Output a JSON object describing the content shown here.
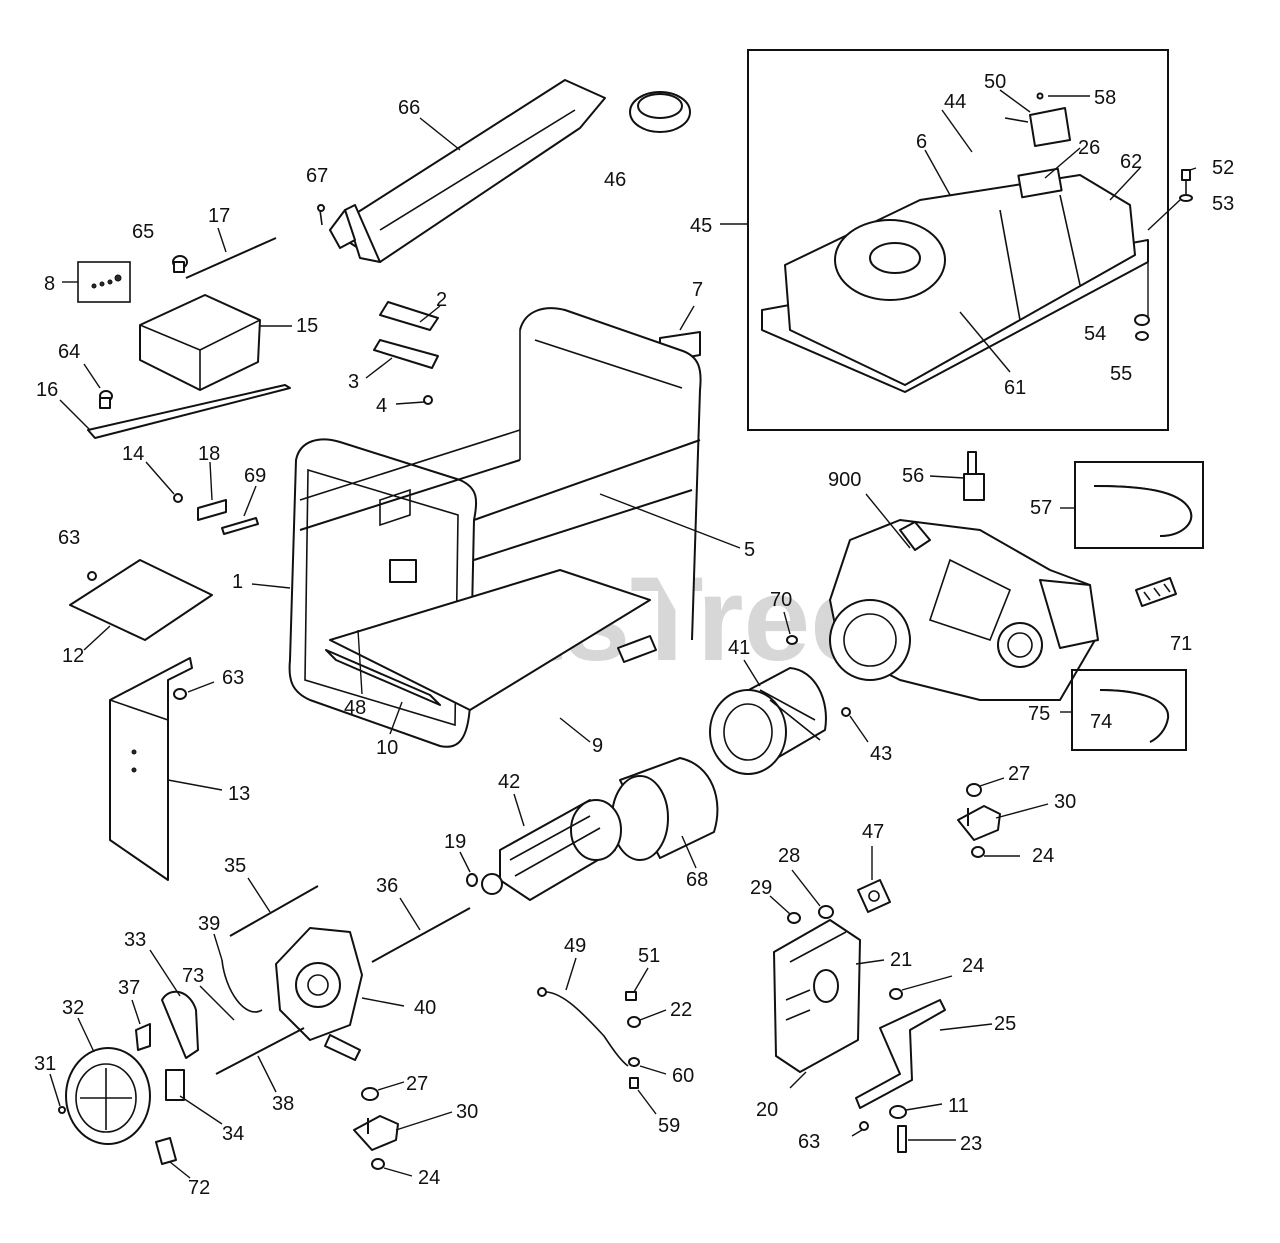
{
  "watermark": "PartsTree",
  "labels": {
    "l66": "66",
    "l46": "46",
    "l67": "67",
    "l17": "17",
    "l65": "65",
    "l8": "8",
    "l15": "15",
    "l2": "2",
    "l3": "3",
    "l4": "4",
    "l7": "7",
    "l64": "64",
    "l16": "16",
    "l14": "14",
    "l18": "18",
    "l69": "69",
    "l63a": "63",
    "l12": "12",
    "l1": "1",
    "l5": "5",
    "l48": "48",
    "l10": "10",
    "l9": "9",
    "l63b": "63",
    "l13": "13",
    "l45": "45",
    "l50": "50",
    "l58": "58",
    "l44": "44",
    "l6": "6",
    "l26": "26",
    "l62": "62",
    "l52": "52",
    "l53": "53",
    "l54": "54",
    "l55": "55",
    "l61": "61",
    "l900": "900",
    "l56": "56",
    "l57": "57",
    "l70": "70",
    "l41": "41",
    "l71": "71",
    "l43": "43",
    "l75": "75",
    "l74": "74",
    "l42": "42",
    "l68": "68",
    "l19": "19",
    "l27a": "27",
    "l30a": "30",
    "l24a": "24",
    "l47": "47",
    "l28": "28",
    "l29": "29",
    "l35": "35",
    "l36": "36",
    "l39": "39",
    "l33": "33",
    "l73": "73",
    "l40": "40",
    "l32": "32",
    "l37": "37",
    "l31": "31",
    "l34": "34",
    "l38": "38",
    "l72": "72",
    "l49": "49",
    "l51": "51",
    "l22": "22",
    "l60": "60",
    "l59": "59",
    "l27b": "27",
    "l30b": "30",
    "l24b": "24",
    "l21": "21",
    "l24c": "24",
    "l25": "25",
    "l20": "20",
    "l11": "11",
    "l63c": "63",
    "l23": "23"
  }
}
